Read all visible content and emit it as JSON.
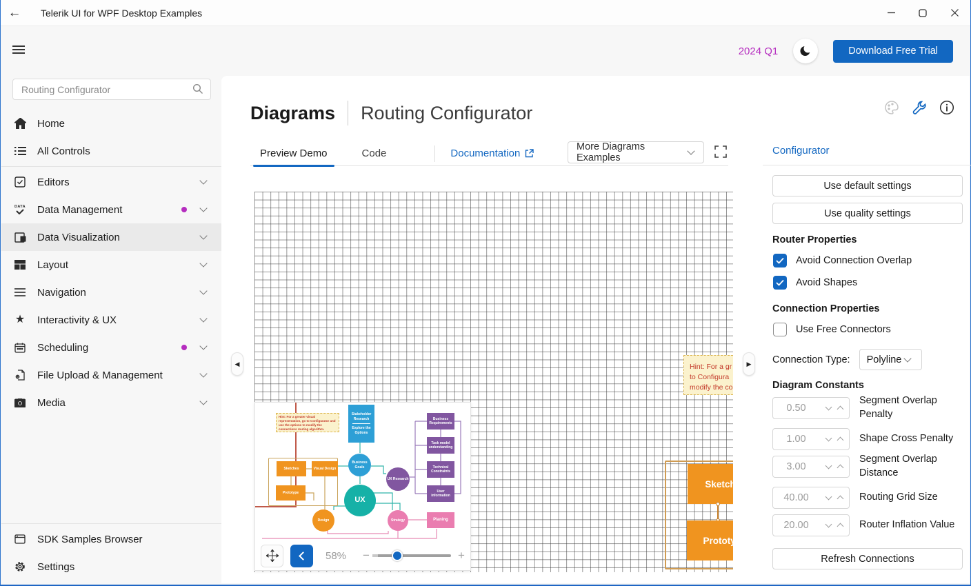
{
  "window": {
    "title": "Telerik UI for WPF Desktop Examples",
    "back_glyph": "←"
  },
  "topbar": {
    "version": "2024 Q1",
    "download_label": "Download Free Trial"
  },
  "sidebar": {
    "search_placeholder": "Routing Configurator",
    "items": [
      {
        "label": "Home"
      },
      {
        "label": "All Controls"
      },
      {
        "label": "Editors"
      },
      {
        "label": "Data Management"
      },
      {
        "label": "Data Visualization"
      },
      {
        "label": "Layout"
      },
      {
        "label": "Navigation"
      },
      {
        "label": "Interactivity & UX"
      },
      {
        "label": "Scheduling"
      },
      {
        "label": "File Upload & Management"
      },
      {
        "label": "Media"
      }
    ],
    "bottom_items": [
      {
        "label": "SDK Samples Browser"
      },
      {
        "label": "Settings"
      }
    ]
  },
  "header": {
    "category": "Diagrams",
    "title": "Routing Configurator"
  },
  "tabs": {
    "preview": "Preview Demo",
    "code": "Code",
    "documentation": "Documentation",
    "more_examples": "More Diagrams Examples"
  },
  "canvas": {
    "hint_line1": "Hint: For a gr",
    "hint_line2": "to  Configura",
    "hint_line3": "modify the co",
    "sketches_label": "Sketches",
    "prototype_label": "Prototype",
    "edge_left_glyph": "◀",
    "edge_right_glyph": "▶"
  },
  "minimap": {
    "hint": "Hint: For a greater visual representation, go to  Configurator and use the options to modify the connections routing algorithm.",
    "zoom_level": "58%",
    "minus": "−",
    "plus": "+",
    "nodes": {
      "stakeholder_top": "Stakeholder Research",
      "stakeholder_bottom": "Explore the Options",
      "business_goals": "Business Goals",
      "ux": "UX",
      "ux_research": "UX Research",
      "design": "Design",
      "strategy": "Strategy",
      "planing": "Planing",
      "sketches": "Sketches",
      "visual_design": "Visual Design",
      "prototype": "Prototype",
      "business_requirements": "Business Requirements",
      "task_model": "Task model understanding",
      "technical_constraints": "Technical Constraints",
      "user_information": "User information"
    }
  },
  "configurator": {
    "title": "Configurator",
    "use_default": "Use default settings",
    "use_quality": "Use quality settings",
    "router_heading": "Router Properties",
    "avoid_connection_overlap": "Avoid Connection Overlap",
    "avoid_shapes": "Avoid Shapes",
    "connection_heading": "Connection Properties",
    "use_free_connectors": "Use Free Connectors",
    "connection_type_label": "Connection Type:",
    "connection_type_value": "Polyline",
    "constants_heading": "Diagram Constants",
    "constants": [
      {
        "value": "0.50",
        "label": "Segment Overlap Penalty"
      },
      {
        "value": "1.00",
        "label": "Shape Cross Penalty"
      },
      {
        "value": "3.00",
        "label": "Segment Overlap Distance"
      },
      {
        "value": "40.00",
        "label": "Routing Grid Size"
      },
      {
        "value": "20.00",
        "label": "Router Inflation Value"
      }
    ],
    "refresh": "Refresh Connections"
  },
  "colors": {
    "accent": "#1267c1",
    "badge": "#b52dbf",
    "node_blue": "#2d9fd6",
    "node_teal": "#16b1a7",
    "node_purple": "#8156a0",
    "node_orange": "#f0941f",
    "node_pink": "#ea7db0",
    "hint_bg": "#fbf2cd",
    "hint_text": "#c33a2a",
    "viewport_indicator": "#c05a4a"
  }
}
